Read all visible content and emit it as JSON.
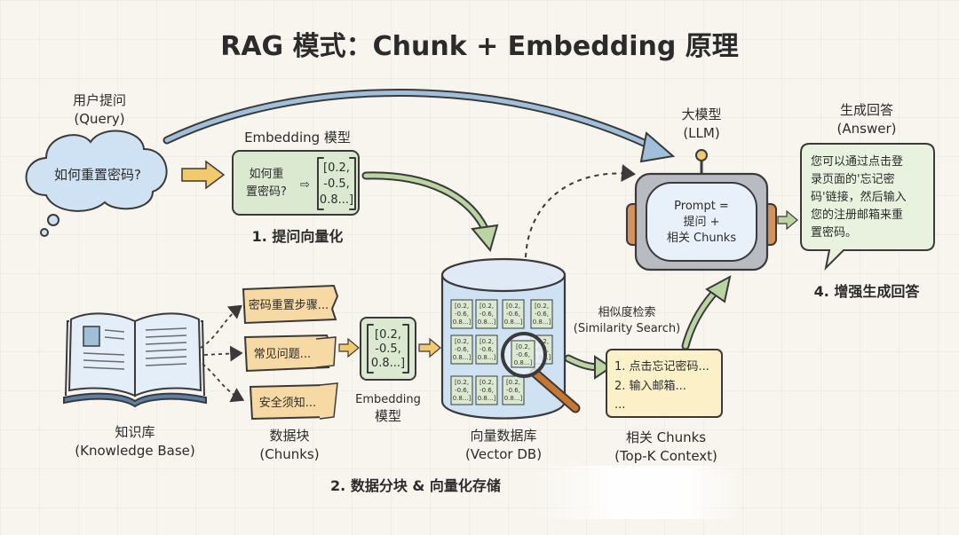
{
  "title": "RAG 模式：Chunk + Embedding 原理",
  "query": {
    "label": "用户提问",
    "label_en": "(Query)",
    "text": "如何重置密码?"
  },
  "embedding_top": {
    "label": "Embedding 模型",
    "input_line1": "如何重",
    "input_line2": "置密码?",
    "vector": [
      "[0.2,",
      "-0.5,",
      "0.8...]"
    ],
    "step": "1. 提问向量化"
  },
  "knowledge": {
    "label": "知识库",
    "label_en": "(Knowledge Base)"
  },
  "chunks": {
    "items": [
      "密码重置步骤...",
      "常见问题...",
      "安全须知..."
    ],
    "label": "数据块",
    "label_en": "(Chunks)"
  },
  "embedding_mid": {
    "label_line1": "Embedding",
    "label_line2": "模型",
    "vector": [
      "[0.2,",
      "-0.5,",
      "0.8...]"
    ]
  },
  "vector_db": {
    "label": "向量数据库",
    "label_en": "(Vector DB)",
    "cell_text": [
      "[0.2,",
      "-0.6,",
      "0.8...]"
    ]
  },
  "step2": "2. 数据分块 & 向量化存储",
  "similarity": {
    "label": "相似度检索",
    "label_en": "(Similarity Search)"
  },
  "related_chunks": {
    "items": [
      "1. 点击忘记密码...",
      "2. 输入邮箱...",
      "..."
    ],
    "label": "相关 Chunks",
    "label_en": "(Top-K Context)"
  },
  "llm": {
    "label": "大模型",
    "label_en": "(LLM)",
    "prompt_line1": "Prompt =",
    "prompt_line2": "提问 +",
    "prompt_line3": "相关 Chunks"
  },
  "answer": {
    "label": "生成回答",
    "label_en": "(Answer)",
    "lines": [
      "您可以通过点击登",
      "录页面的'忘记密",
      "码'链接，然后输入",
      "您的注册邮箱来重",
      "置密码。"
    ],
    "step": "4. 增强生成回答"
  },
  "colors": {
    "background": "#f7f5ee",
    "green": "#dce9d1",
    "orange": "#f6d9a3",
    "blue": "#cfe2f3",
    "yellow": "#fbf0c8",
    "arrow_yellow": "#f2c96b",
    "arrow_green": "#b9d6a2",
    "arrow_blue": "#9fbfdb"
  },
  "icons": [
    "book-icon",
    "magnifier-icon",
    "robot-icon",
    "cloud-icon",
    "speech-bubble-icon"
  ]
}
